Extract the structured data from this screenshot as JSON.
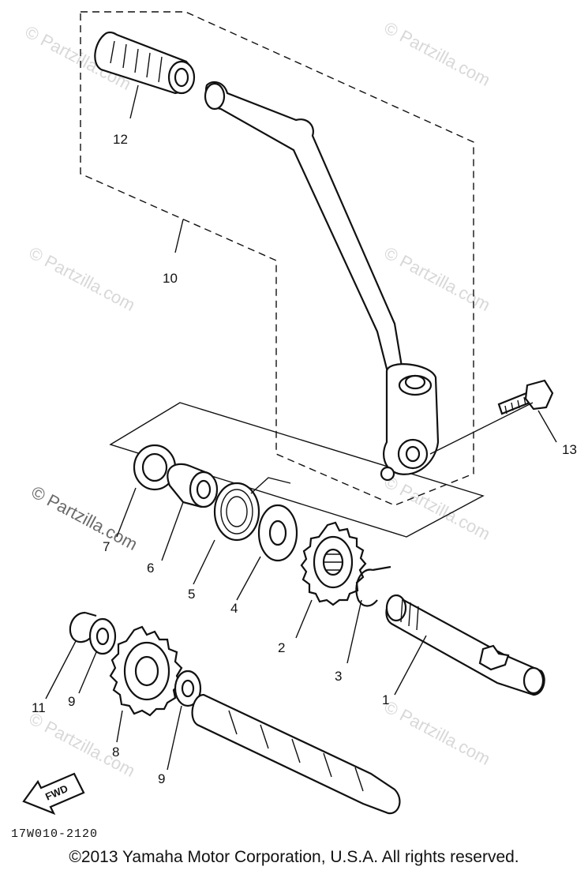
{
  "diagram": {
    "callouts": [
      {
        "id": "c1",
        "label": "1"
      },
      {
        "id": "c2",
        "label": "2"
      },
      {
        "id": "c3",
        "label": "3"
      },
      {
        "id": "c4",
        "label": "4"
      },
      {
        "id": "c5",
        "label": "5"
      },
      {
        "id": "c6",
        "label": "6"
      },
      {
        "id": "c7",
        "label": "7"
      },
      {
        "id": "c8",
        "label": "8"
      },
      {
        "id": "c9a",
        "label": "9"
      },
      {
        "id": "c9b",
        "label": "9"
      },
      {
        "id": "c10",
        "label": "10"
      },
      {
        "id": "c11",
        "label": "11"
      },
      {
        "id": "c12",
        "label": "12"
      },
      {
        "id": "c13",
        "label": "13"
      }
    ],
    "direction_marker": "FWD",
    "diagram_code": "17W010-2120",
    "watermark": "© Partzilla.com"
  },
  "footer": {
    "copyright": "©2013  Yamaha Motor Corporation, U.S.A. All rights reserved."
  }
}
